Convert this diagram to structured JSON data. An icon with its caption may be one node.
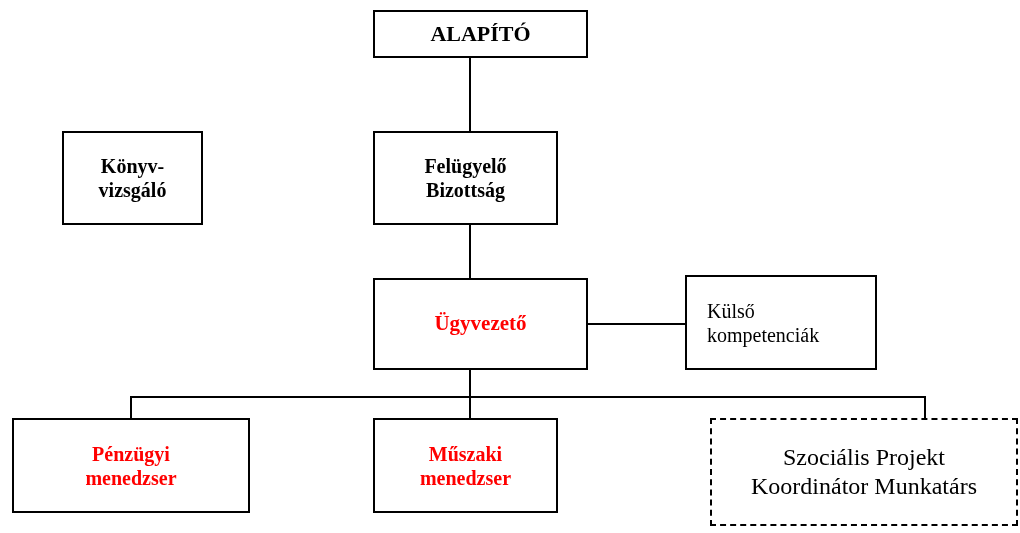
{
  "diagram": {
    "nodes": [
      {
        "text": [
          "ALAPÍTÓ"
        ]
      },
      {
        "text": [
          "Könyv- vizsgáló"
        ]
      },
      {
        "text": [
          "Felügyelő Bizottság"
        ]
      },
      {
        "text": [
          "Ügyvezető"
        ]
      },
      {
        "text": [
          "Külső kompetenciák"
        ]
      },
      {
        "text": [
          "Pénzügyi menedzser"
        ]
      },
      {
        "text": [
          "Műszaki menedzser"
        ]
      },
      {
        "text": [
          "Szociális Projekt Koordinátor Munkatárs"
        ]
      }
    ],
    "edges": [
      {
        "from": 0,
        "to": 2,
        "arrow": "none"
      },
      {
        "from": 2,
        "to": 3,
        "arrow": "none"
      },
      {
        "from": 3,
        "to": 4,
        "arrow": "none"
      },
      {
        "from": 3,
        "to": 5,
        "arrow": "none"
      },
      {
        "from": 3,
        "to": 6,
        "arrow": "none"
      },
      {
        "from": 3,
        "to": 7,
        "arrow": "none"
      }
    ]
  }
}
